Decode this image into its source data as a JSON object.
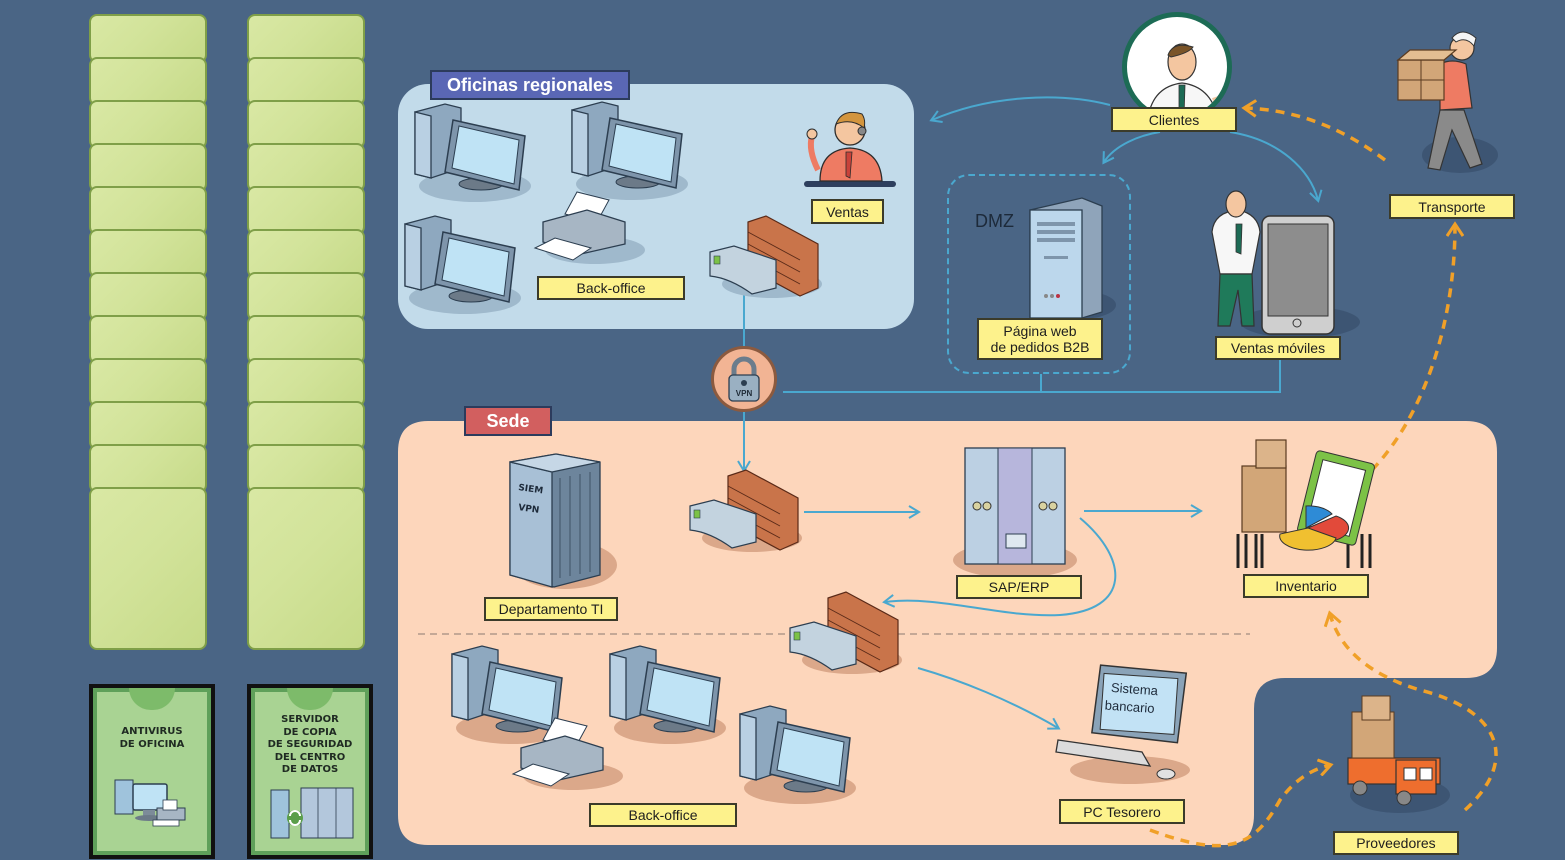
{
  "colors": {
    "background": "#4a6585",
    "regional_zone": "#c2dbea",
    "hq_zone": "#fdd6bb",
    "label_fill": "#fdf28c",
    "regional_title_fill": "#5a67b5",
    "hq_title_fill": "#d25f5f",
    "flow_line": "#4aa8cf",
    "supply_line": "#f0a028"
  },
  "left_panel": {
    "stacks": [
      {
        "name": "stack-1",
        "slots": 12
      },
      {
        "name": "stack-2",
        "slots": 12
      }
    ],
    "cards": [
      {
        "title": "ANTIVIRUS\nDE OFICINA",
        "icon": "office-pc-printer-icon"
      },
      {
        "title": "SERVIDOR\nDE COPIA\nDE SEGURIDAD\nDEL CENTRO\nDE DATOS",
        "icon": "backup-server-icon"
      }
    ]
  },
  "regional": {
    "title": "Oficinas regionales",
    "backoffice_label": "Back-office",
    "ventas_label": "Ventas"
  },
  "vpn": {
    "label": "VPN"
  },
  "dmz": {
    "title": "DMZ",
    "server_label": "Página web\nde pedidos B2B"
  },
  "external": {
    "clientes_label": "Clientes",
    "ventas_moviles_label": "Ventas móviles",
    "transporte_label": "Transporte",
    "proveedores_label": "Proveedores"
  },
  "hq": {
    "title": "Sede",
    "it_label": "Departamento TI",
    "rack_tags": [
      "SIEM",
      "VPN"
    ],
    "erp_label": "SAP/ERP",
    "inventario_label": "Inventario",
    "backoffice_label": "Back-office",
    "tesorero_label": "PC Tesorero",
    "bank_screen": "Sistema\nbancario"
  }
}
